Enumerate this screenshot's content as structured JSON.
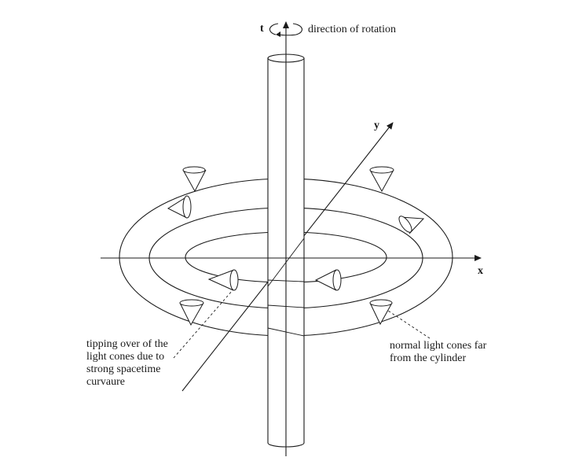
{
  "labels": {
    "t_axis": "t",
    "rotation": "direction of rotation",
    "y_axis": "y",
    "x_axis": "x",
    "tipping_line1": "tipping over of the",
    "tipping_line2": "light cones due to",
    "tipping_line3": "strong spacetime",
    "tipping_line4": "curvaure",
    "normal_line1": "normal light cones far",
    "normal_line2": "from the cylinder"
  },
  "icons": {
    "rotation_arrow": "circular-arrow-icon",
    "cone": "light-cone-icon"
  }
}
